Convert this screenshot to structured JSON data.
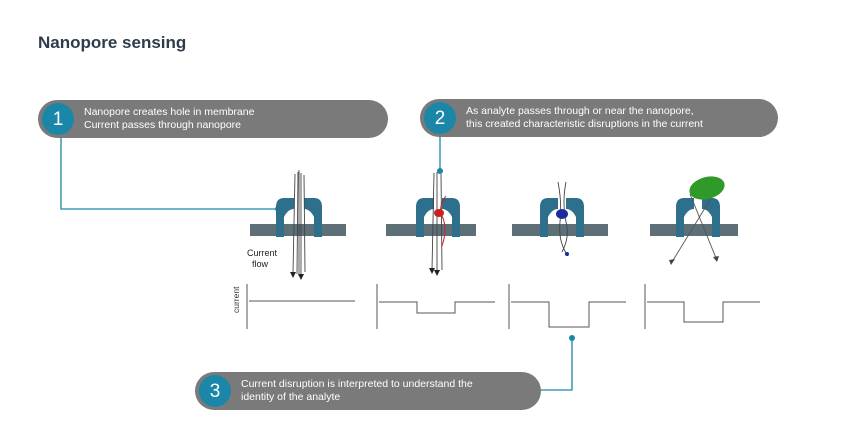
{
  "title": "Nanopore sensing",
  "callouts": [
    {
      "number": "1",
      "line1": "Nanopore creates hole in membrane",
      "line2": "Current passes through nanopore"
    },
    {
      "number": "2",
      "line1": "As analyte passes through or near the nanopore,",
      "line2": "this created characteristic disruptions in the current"
    },
    {
      "number": "3",
      "line1": "Current disruption is interpreted to understand the",
      "line2": "identity of the analyte"
    }
  ],
  "labels": {
    "current_flow_1": "Current",
    "current_flow_2": "flow",
    "y_axis": "current"
  },
  "colors": {
    "accent": "#1a87a8",
    "callout_bg": "#7a7a7a",
    "pore": "#2e6f8c",
    "membrane": "#5d6f77",
    "analyte_red": "#cc1f1f",
    "analyte_blue": "#1b2a9c",
    "analyte_green": "#2f9a2a"
  }
}
